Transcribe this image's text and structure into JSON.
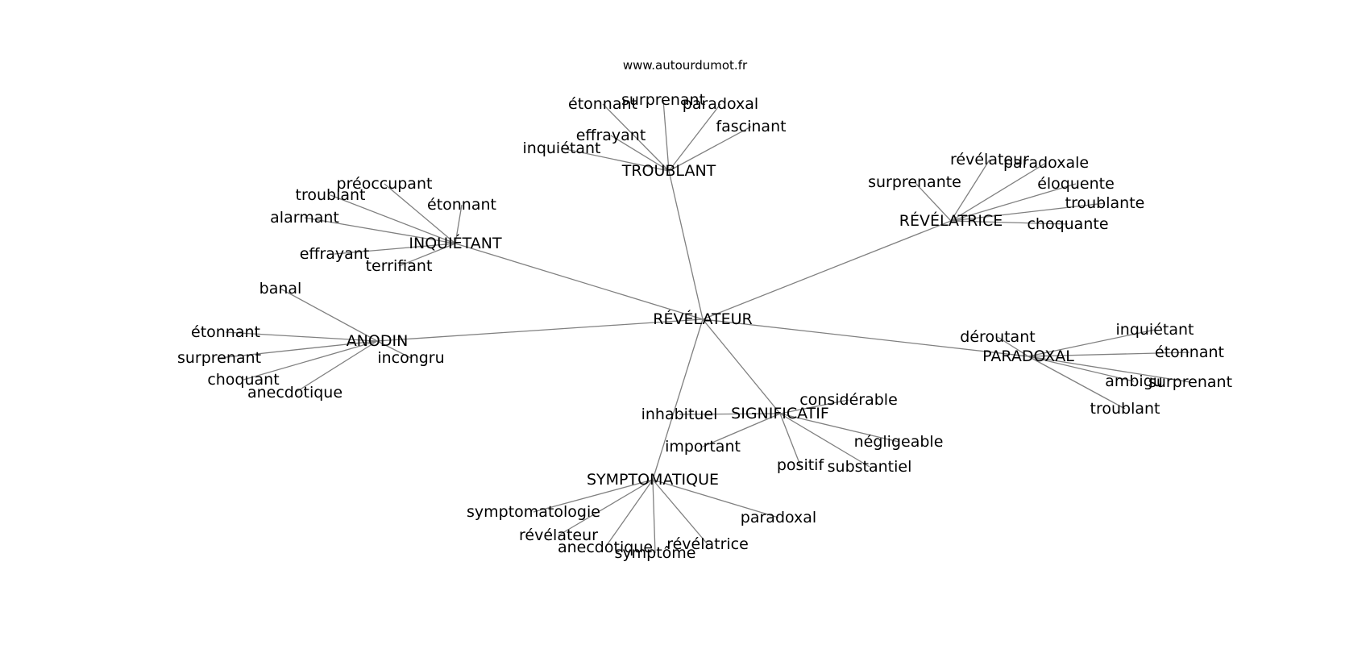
{
  "site": "www.autourdumot.fr",
  "graph": {
    "center": "RÉVÉLATEUR",
    "hubs": [
      {
        "id": "troublant",
        "label": "TROUBLANT",
        "leaves": [
          "étonnant",
          "surprenant",
          "paradoxal",
          "fascinant",
          "effrayant",
          "inquiétant"
        ]
      },
      {
        "id": "revelatrice",
        "label": "RÉVÉLATRICE",
        "leaves": [
          "révélateur",
          "paradoxale",
          "éloquente",
          "surprenante",
          "troublante",
          "choquante"
        ]
      },
      {
        "id": "inquietant",
        "label": "INQUIÉTANT",
        "leaves": [
          "préoccupant",
          "troublant",
          "étonnant",
          "alarmant",
          "effrayant",
          "terrifiant"
        ]
      },
      {
        "id": "anodin",
        "label": "ANODIN",
        "leaves": [
          "banal",
          "étonnant",
          "surprenant",
          "incongru",
          "choquant",
          "anecdotique"
        ]
      },
      {
        "id": "paradoxal",
        "label": "PARADOXAL",
        "leaves": [
          "déroutant",
          "inquiétant",
          "étonnant",
          "ambigu",
          "surprenant",
          "troublant"
        ]
      },
      {
        "id": "significatif",
        "label": "SIGNIFICATIF",
        "leaves": [
          "considérable",
          "inhabituel",
          "important",
          "négligeable",
          "positif",
          "substantiel"
        ]
      },
      {
        "id": "symptomatique",
        "label": "SYMPTOMATIQUE",
        "leaves": [
          "symptomatologie",
          "paradoxal",
          "révélateur",
          "anecdotique",
          "symptôme",
          "révélatrice"
        ]
      }
    ]
  }
}
